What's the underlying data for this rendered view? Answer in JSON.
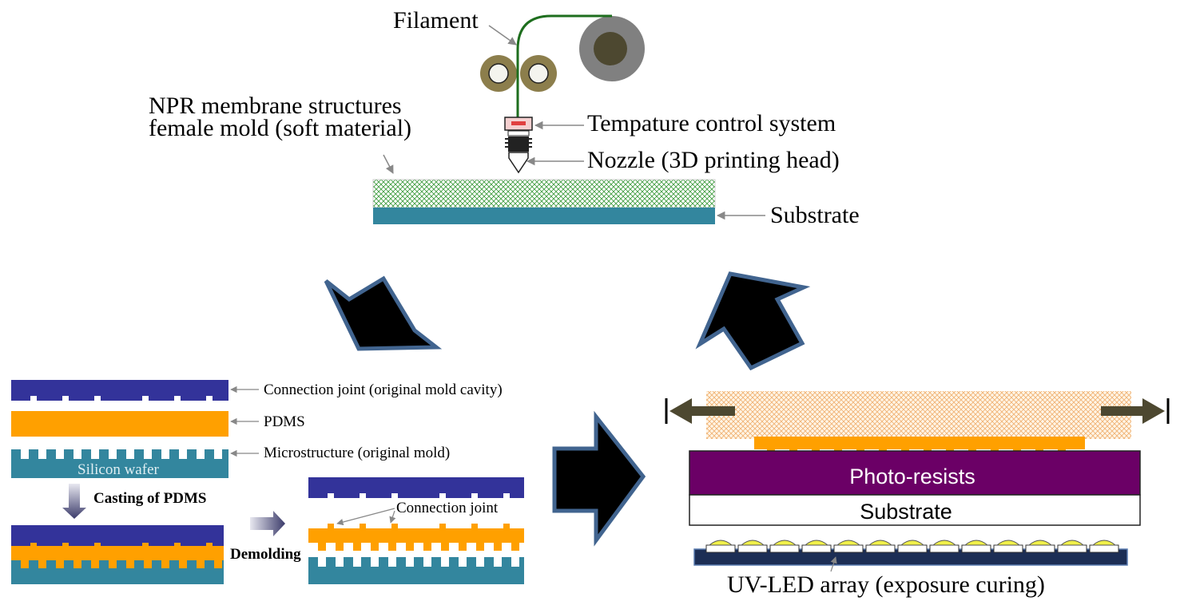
{
  "printing": {
    "filament_label": "Filament",
    "temperature_label": "Tempature control system",
    "nozzle_label": "Nozzle (3D printing head)",
    "mold_label_line1": "NPR membrane structures",
    "mold_label_line2": "female mold (soft material)",
    "substrate_label": "Substrate"
  },
  "pdms": {
    "connection_cavity_label": "Connection joint (original mold cavity)",
    "pdms_label": "PDMS",
    "microstructure_label": "Microstructure (original mold)",
    "wafer_label": "Silicon wafer",
    "casting_label": "Casting of PDMS",
    "demolding_label": "Demolding",
    "connection_joint_label": "Connection joint"
  },
  "uv": {
    "photoresist_label": "Photo-resists",
    "substrate_label": "Substrate",
    "uv_array_label": "UV-LED array (exposure curing)"
  },
  "colors": {
    "cavity_blue": "#33339a",
    "pdms_orange": "#ffa000",
    "wafer_teal": "#33869e",
    "photoresist_purple": "#6b0066",
    "big_arrow_border": "#41648f",
    "filament_green": "#1e6e1e",
    "spool_gray": "#808080",
    "roller_olive": "#8c7e4c"
  }
}
